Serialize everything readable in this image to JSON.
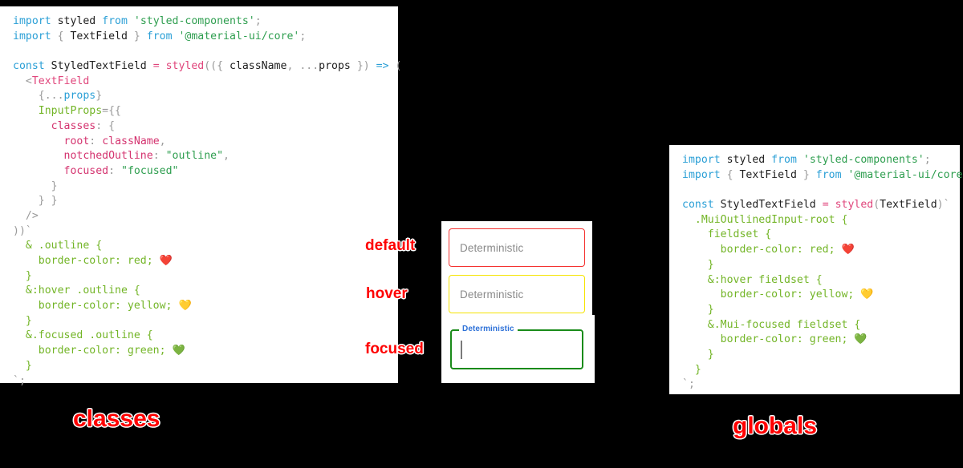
{
  "diagram": {
    "title_left": "classes",
    "title_right": "globals",
    "annotations": {
      "default": "default",
      "hover": "hover",
      "focused": "focused"
    },
    "colors": {
      "annotation": "#fe0000",
      "default_border": "#f4312f",
      "hover_border": "#f5e400",
      "focused_border": "#1a8b1a",
      "focused_label": "#2f72d8",
      "panel_background": "#ffffff",
      "page_background": "#000000"
    }
  },
  "demo": {
    "fields": [
      {
        "state": "default",
        "value": "Deterministic",
        "border_color": "#f4312f"
      },
      {
        "state": "hover",
        "value": "Deterministic",
        "border_color": "#f5e400"
      },
      {
        "state": "focused",
        "label": "Deterministic",
        "value": "",
        "border_color": "#1a8b1a"
      }
    ]
  },
  "code_left": {
    "lines": [
      [
        {
          "t": "kw",
          "s": "import"
        },
        {
          "t": "plain",
          "s": " styled "
        },
        {
          "t": "kw",
          "s": "from"
        },
        {
          "t": "plain",
          "s": " "
        },
        {
          "t": "str",
          "s": "'styled-components'"
        },
        {
          "t": "punct",
          "s": ";"
        }
      ],
      [
        {
          "t": "kw",
          "s": "import"
        },
        {
          "t": "punct",
          "s": " { "
        },
        {
          "t": "plain",
          "s": "TextField"
        },
        {
          "t": "punct",
          "s": " } "
        },
        {
          "t": "kw",
          "s": "from"
        },
        {
          "t": "plain",
          "s": " "
        },
        {
          "t": "str",
          "s": "'@material-ui/core'"
        },
        {
          "t": "punct",
          "s": ";"
        }
      ],
      [],
      [
        {
          "t": "kw",
          "s": "const"
        },
        {
          "t": "plain",
          "s": " StyledTextField "
        },
        {
          "t": "fn",
          "s": "= "
        },
        {
          "t": "fn",
          "s": "styled"
        },
        {
          "t": "punct",
          "s": "(({ "
        },
        {
          "t": "plain",
          "s": "className"
        },
        {
          "t": "punct",
          "s": ", "
        },
        {
          "t": "punct",
          "s": "..."
        },
        {
          "t": "plain",
          "s": "props"
        },
        {
          "t": "punct",
          "s": " }) "
        },
        {
          "t": "arrow",
          "s": "=>"
        },
        {
          "t": "punct",
          "s": " ("
        }
      ],
      [
        {
          "t": "punct",
          "s": "  <"
        },
        {
          "t": "tag",
          "s": "TextField"
        }
      ],
      [
        {
          "t": "punct",
          "s": "    {..."
        },
        {
          "t": "var",
          "s": "props"
        },
        {
          "t": "punct",
          "s": "}"
        }
      ],
      [
        {
          "t": "plain",
          "s": "    "
        },
        {
          "t": "attr",
          "s": "InputProps"
        },
        {
          "t": "punct",
          "s": "={{"
        }
      ],
      [
        {
          "t": "plain",
          "s": "      "
        },
        {
          "t": "prop",
          "s": "classes"
        },
        {
          "t": "punct",
          "s": ": {"
        }
      ],
      [
        {
          "t": "plain",
          "s": "        "
        },
        {
          "t": "prop",
          "s": "root"
        },
        {
          "t": "punct",
          "s": ": "
        },
        {
          "t": "prop",
          "s": "className"
        },
        {
          "t": "punct",
          "s": ","
        }
      ],
      [
        {
          "t": "plain",
          "s": "        "
        },
        {
          "t": "prop",
          "s": "notchedOutline"
        },
        {
          "t": "punct",
          "s": ": "
        },
        {
          "t": "str",
          "s": "\"outline\""
        },
        {
          "t": "punct",
          "s": ","
        }
      ],
      [
        {
          "t": "plain",
          "s": "        "
        },
        {
          "t": "prop",
          "s": "focused"
        },
        {
          "t": "punct",
          "s": ": "
        },
        {
          "t": "str",
          "s": "\"focused\""
        }
      ],
      [
        {
          "t": "punct",
          "s": "      }"
        }
      ],
      [
        {
          "t": "punct",
          "s": "    } }"
        }
      ],
      [
        {
          "t": "punct",
          "s": "  />"
        }
      ],
      [
        {
          "t": "punct",
          "s": "))"
        },
        {
          "t": "tick",
          "s": "`"
        }
      ],
      [
        {
          "t": "green",
          "s": "  & .outline"
        },
        {
          "t": "green",
          "s": " {"
        }
      ],
      [
        {
          "t": "green",
          "s": "    border-color"
        },
        {
          "t": "green",
          "s": ": red; "
        },
        {
          "t": "emoji",
          "s": "❤️"
        }
      ],
      [
        {
          "t": "green",
          "s": "  }"
        }
      ],
      [
        {
          "t": "green",
          "s": "  &:hover .outline {"
        }
      ],
      [
        {
          "t": "green",
          "s": "    border-color: yellow; "
        },
        {
          "t": "emoji",
          "s": "💛"
        }
      ],
      [
        {
          "t": "green",
          "s": "  }"
        }
      ],
      [
        {
          "t": "green",
          "s": "  &.focused .outline {"
        }
      ],
      [
        {
          "t": "green",
          "s": "    border-color: green; "
        },
        {
          "t": "emoji",
          "s": "💚"
        }
      ],
      [
        {
          "t": "green",
          "s": "  }"
        }
      ],
      [
        {
          "t": "tick",
          "s": "`;"
        }
      ]
    ]
  },
  "code_right": {
    "lines": [
      [
        {
          "t": "kw",
          "s": "import"
        },
        {
          "t": "plain",
          "s": " styled "
        },
        {
          "t": "kw",
          "s": "from"
        },
        {
          "t": "plain",
          "s": " "
        },
        {
          "t": "str",
          "s": "'styled-components'"
        },
        {
          "t": "punct",
          "s": ";"
        }
      ],
      [
        {
          "t": "kw",
          "s": "import"
        },
        {
          "t": "punct",
          "s": " { "
        },
        {
          "t": "plain",
          "s": "TextField"
        },
        {
          "t": "punct",
          "s": " } "
        },
        {
          "t": "kw",
          "s": "from"
        },
        {
          "t": "plain",
          "s": " "
        },
        {
          "t": "str",
          "s": "'@material-ui/core'"
        },
        {
          "t": "punct",
          "s": ";"
        }
      ],
      [],
      [
        {
          "t": "kw",
          "s": "const"
        },
        {
          "t": "plain",
          "s": " StyledTextField "
        },
        {
          "t": "fn",
          "s": "= "
        },
        {
          "t": "fn",
          "s": "styled"
        },
        {
          "t": "punct",
          "s": "("
        },
        {
          "t": "plain",
          "s": "TextField"
        },
        {
          "t": "punct",
          "s": ")"
        },
        {
          "t": "tick",
          "s": "`"
        }
      ],
      [
        {
          "t": "green",
          "s": "  .MuiOutlinedInput-root {"
        }
      ],
      [
        {
          "t": "green",
          "s": "    fieldset {"
        }
      ],
      [
        {
          "t": "green",
          "s": "      border-color: red; "
        },
        {
          "t": "emoji",
          "s": "❤️"
        }
      ],
      [
        {
          "t": "green",
          "s": "    }"
        }
      ],
      [
        {
          "t": "green",
          "s": "    &:hover fieldset {"
        }
      ],
      [
        {
          "t": "green",
          "s": "      border-color: yellow; "
        },
        {
          "t": "emoji",
          "s": "💛"
        }
      ],
      [
        {
          "t": "green",
          "s": "    }"
        }
      ],
      [
        {
          "t": "green",
          "s": "    &.Mui-focused fieldset {"
        }
      ],
      [
        {
          "t": "green",
          "s": "      border-color: green; "
        },
        {
          "t": "emoji",
          "s": "💚"
        }
      ],
      [
        {
          "t": "green",
          "s": "    }"
        }
      ],
      [
        {
          "t": "green",
          "s": "  }"
        }
      ],
      [
        {
          "t": "tick",
          "s": "`;"
        }
      ]
    ]
  }
}
